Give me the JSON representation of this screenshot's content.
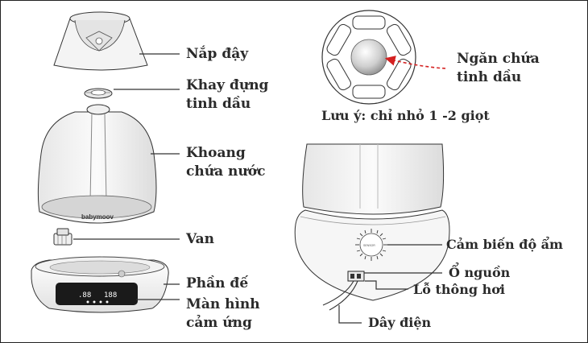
{
  "labels": {
    "lid": "Nắp đậy",
    "tray_line1": "Khay đựng",
    "tray_line2": "tinh dầu",
    "tank_line1": "Khoang",
    "tank_line2": "chứa nước",
    "valve": "Van",
    "base": "Phần đế",
    "touch_line1": "Màn hình",
    "touch_line2": "cảm ứng",
    "oil_line1": "Ngăn chứa",
    "oil_line2": "tinh dầu",
    "note": "Lưu ý: chỉ nhỏ 1 -2 giọt",
    "sensor": "Cảm biến độ ẩm",
    "socket": "Ổ nguồn",
    "vent": "Lỗ thông hơi",
    "cord": "Dây điện"
  },
  "brand_logo": "babymoov",
  "display_readout": {
    "left": ".88",
    "right": "188"
  },
  "colors": {
    "line": "#333333",
    "arrow": "#d42020",
    "body_fill": "#f2f2f2",
    "shade": "#d9d9d9",
    "display": "#1a1a1a"
  }
}
